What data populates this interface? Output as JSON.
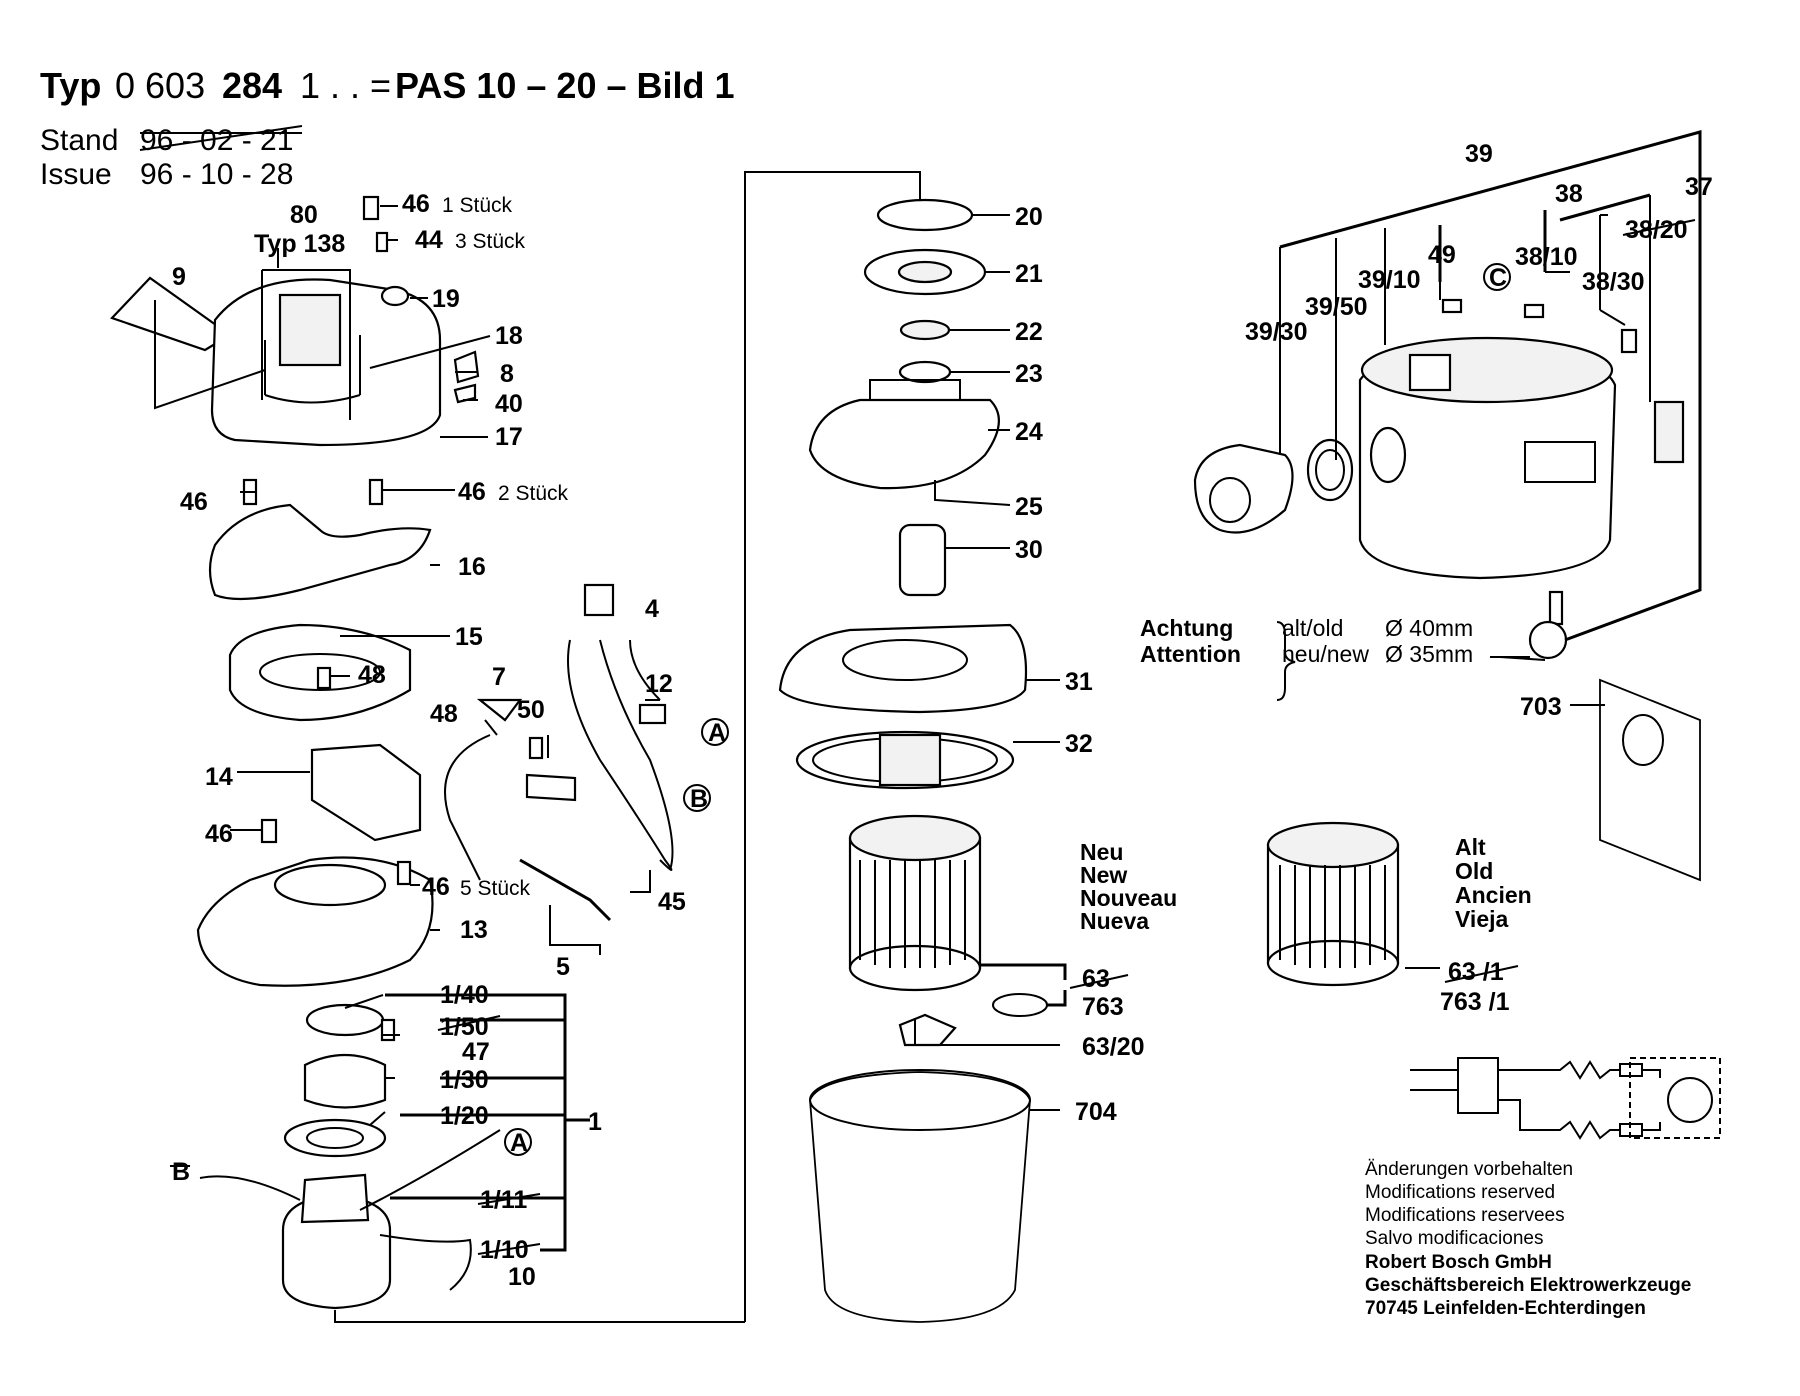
{
  "header": {
    "title_typ": "Typ",
    "title_num_a": "0 603",
    "title_num_b": "284",
    "title_num_c": "1 . . =",
    "title_model": "PAS 10 – 20 – Bild 1",
    "stand_label": "Stand",
    "stand_value": "96 - 02 - 21",
    "issue_label": "Issue",
    "issue_value": "96 - 10 - 28"
  },
  "labels": {
    "l80": "80",
    "typ138": "Typ 138",
    "l9": "9",
    "l46a": "46",
    "l46a_sub": "1 Stück",
    "l44": "44",
    "l44_sub": "3 Stück",
    "l19": "19",
    "l18": "18",
    "l8": "8",
    "l40": "40",
    "l17": "17",
    "l46b": "46",
    "l46c": "46",
    "l46c_sub": "2 Stück",
    "l16": "16",
    "l15": "15",
    "l48a": "48",
    "l14": "14",
    "l46d": "46",
    "l46e": "46",
    "l46e_sub": "5 Stück",
    "l13": "13",
    "l4": "4",
    "l7": "7",
    "l48b": "48",
    "l50": "50",
    "l12": "12",
    "lA1": "A",
    "lB1": "B",
    "l45": "45",
    "l5": "5",
    "l1_40": "1/40",
    "l1_50": "1/50",
    "l47": "47",
    "l1_30": "1/30",
    "l1_20": "1/20",
    "l1": "1",
    "lA2": "A",
    "lB2": "B",
    "l1_11": "1/11",
    "l1_10": "1/10",
    "l10": "10",
    "l20": "20",
    "l21": "21",
    "l22": "22",
    "l23": "23",
    "l24": "24",
    "l25": "25",
    "l30": "30",
    "l31": "31",
    "l32": "32",
    "l63": "63",
    "l763": "763",
    "l63_20": "63/20",
    "l704": "704",
    "l39": "39",
    "l38": "38",
    "l37": "37",
    "l38_20": "38/20",
    "l49": "49",
    "l38_10": "38/10",
    "lC": "C",
    "l39_10": "39/10",
    "l38_30": "38/30",
    "l39_50": "39/50",
    "l39_30": "39/30",
    "l703": "703",
    "l63_1": "63 /1",
    "l763_1": "763 /1"
  },
  "filter_new": [
    "Neu",
    "New",
    "Nouveau",
    "Nueva"
  ],
  "filter_old": [
    "Alt",
    "Old",
    "Ancien",
    "Vieja"
  ],
  "attention": {
    "word1": "Achtung",
    "word2": "Attention",
    "old_label": "alt/old",
    "old_value": "Ø 40mm",
    "new_label": "neu/new",
    "new_value": "Ø 35mm"
  },
  "footer": {
    "mod": [
      "Änderungen vorbehalten",
      "Modifications reserved",
      "Modifications reservees",
      "Salvo modificaciones"
    ],
    "company": [
      "Robert Bosch GmbH",
      "Geschäftsbereich Elektrowerkzeuge",
      "70745 Leinfelden-Echterdingen"
    ]
  }
}
